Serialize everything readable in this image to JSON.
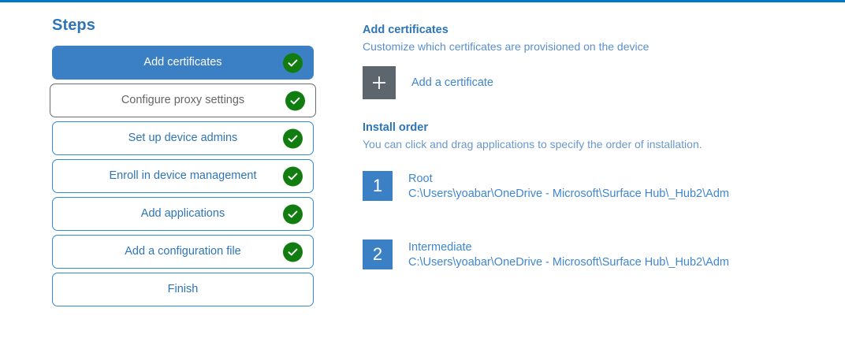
{
  "theme": {
    "accent_rule": "#0078c8",
    "primary_blue": "#2e75b6",
    "selected_step_bg": "#3b80c4",
    "check_green": "#117d11",
    "plus_tile_gray": "#5d666c",
    "link_blue": "#3f86cf"
  },
  "steps_pane": {
    "title": "Steps",
    "items": [
      {
        "label": "Add certificates",
        "state": "selected",
        "completed": true
      },
      {
        "label": "Configure proxy settings",
        "state": "hover",
        "completed": true
      },
      {
        "label": "Set up device admins",
        "state": "default",
        "completed": true
      },
      {
        "label": "Enroll in device management",
        "state": "default",
        "completed": true
      },
      {
        "label": "Add applications",
        "state": "default",
        "completed": true
      },
      {
        "label": "Add a configuration file",
        "state": "default",
        "completed": true
      },
      {
        "label": "Finish",
        "state": "default",
        "completed": false
      }
    ]
  },
  "detail_pane": {
    "heading": "Add certificates",
    "subheading": "Customize which certificates are provisioned on the device",
    "add_certificate_label": "Add a certificate",
    "plus_icon": "plus-icon",
    "install_order": {
      "heading": "Install order",
      "subheading": "You can click and drag applications to specify the order of installation.",
      "items": [
        {
          "number": "1",
          "name": "Root",
          "path": "C:\\Users\\yoabar\\OneDrive - Microsoft\\Surface Hub\\_Hub2\\Adm"
        },
        {
          "number": "2",
          "name": "Intermediate",
          "path": "C:\\Users\\yoabar\\OneDrive - Microsoft\\Surface Hub\\_Hub2\\Adm"
        }
      ]
    }
  }
}
